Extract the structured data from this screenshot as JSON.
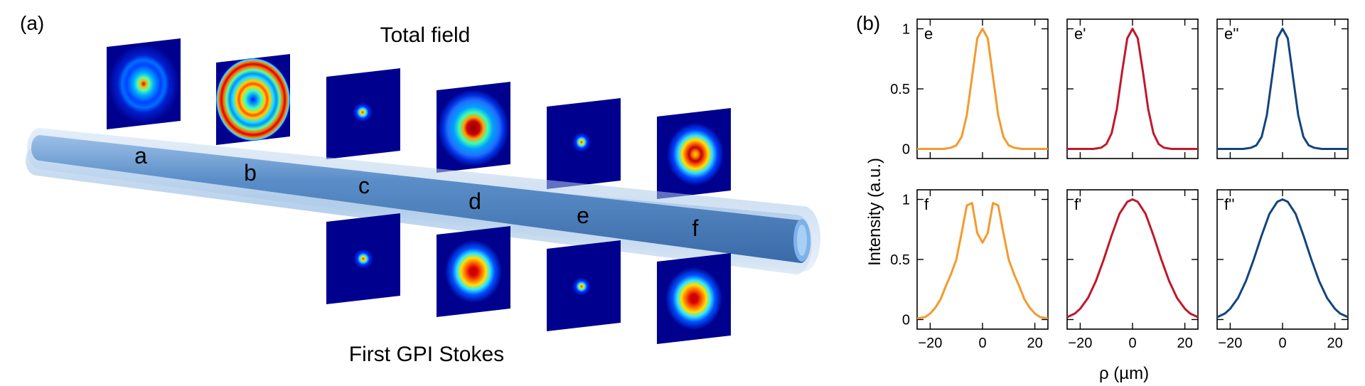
{
  "panel_a": {
    "label": "(a)",
    "top_title": "Total field",
    "bottom_title": "First GPI Stokes",
    "positions": [
      "a",
      "b",
      "c",
      "d",
      "e",
      "f"
    ]
  },
  "panel_b": {
    "label": "(b)",
    "ylabel": "Intensity (a.u.)",
    "xlabel": "ρ (µm)"
  },
  "colors": {
    "orange": "#f39a2e",
    "red": "#c0182b",
    "blue": "#12457d",
    "fiber": "#5b8ec8",
    "map_bg": "#00008f"
  },
  "chart_data": [
    {
      "type": "line",
      "label": "e",
      "color": "#f39a2e",
      "xlim": [
        -25,
        25
      ],
      "ylim": [
        -0.08,
        1.08
      ],
      "xticks": [
        -20,
        0,
        20
      ],
      "yticks": [
        0,
        0.5,
        1
      ],
      "ytick_labels": [
        "0",
        "0.5",
        "1"
      ],
      "show_ytick_labels": true,
      "show_xtick_labels": false,
      "x": [
        -25,
        -15,
        -12,
        -10,
        -8,
        -6,
        -4,
        -2,
        0,
        2,
        4,
        6,
        8,
        10,
        12,
        15,
        25
      ],
      "y": [
        0,
        0,
        0.01,
        0.03,
        0.1,
        0.28,
        0.6,
        0.92,
        1,
        0.92,
        0.6,
        0.28,
        0.1,
        0.03,
        0.01,
        0,
        0
      ]
    },
    {
      "type": "line",
      "label": "e'",
      "color": "#c0182b",
      "xlim": [
        -25,
        25
      ],
      "ylim": [
        -0.08,
        1.08
      ],
      "xticks": [
        -20,
        0,
        20
      ],
      "yticks": [
        0,
        0.5,
        1
      ],
      "show_ytick_labels": false,
      "show_xtick_labels": false,
      "x": [
        -25,
        -15,
        -12,
        -10,
        -8,
        -6,
        -4,
        -2,
        0,
        2,
        4,
        6,
        8,
        10,
        12,
        15,
        25
      ],
      "y": [
        0,
        0,
        0.01,
        0.04,
        0.13,
        0.33,
        0.64,
        0.92,
        1,
        0.92,
        0.64,
        0.33,
        0.13,
        0.04,
        0.01,
        0,
        0
      ]
    },
    {
      "type": "line",
      "label": "e''",
      "color": "#12457d",
      "xlim": [
        -25,
        25
      ],
      "ylim": [
        -0.08,
        1.08
      ],
      "xticks": [
        -20,
        0,
        20
      ],
      "yticks": [
        0,
        0.5,
        1
      ],
      "show_ytick_labels": false,
      "show_xtick_labels": false,
      "x": [
        -25,
        -15,
        -12,
        -10,
        -8,
        -6,
        -4,
        -2,
        0,
        2,
        4,
        6,
        8,
        10,
        12,
        15,
        25
      ],
      "y": [
        0,
        0,
        0.01,
        0.03,
        0.1,
        0.28,
        0.6,
        0.92,
        1,
        0.92,
        0.6,
        0.28,
        0.1,
        0.03,
        0.01,
        0,
        0
      ]
    },
    {
      "type": "line",
      "label": "f",
      "color": "#f39a2e",
      "xlim": [
        -25,
        25
      ],
      "ylim": [
        -0.08,
        1.08
      ],
      "xticks": [
        -20,
        0,
        20
      ],
      "yticks": [
        0,
        0.5,
        1
      ],
      "ytick_labels": [
        "0",
        "0.5",
        "1"
      ],
      "xtick_labels": [
        "−20",
        "0",
        "20"
      ],
      "show_ytick_labels": true,
      "show_xtick_labels": true,
      "x": [
        -25,
        -22,
        -20,
        -18,
        -16,
        -14,
        -12,
        -10,
        -8,
        -6,
        -4,
        -2,
        0,
        2,
        4,
        6,
        8,
        10,
        12,
        14,
        16,
        18,
        20,
        22,
        25
      ],
      "y": [
        0.01,
        0.02,
        0.05,
        0.1,
        0.17,
        0.28,
        0.38,
        0.5,
        0.72,
        0.95,
        0.97,
        0.72,
        0.64,
        0.72,
        0.97,
        0.95,
        0.72,
        0.5,
        0.38,
        0.28,
        0.17,
        0.1,
        0.05,
        0.02,
        0.01
      ]
    },
    {
      "type": "line",
      "label": "f'",
      "color": "#c0182b",
      "xlim": [
        -25,
        25
      ],
      "ylim": [
        -0.08,
        1.08
      ],
      "xticks": [
        -20,
        0,
        20
      ],
      "yticks": [
        0,
        0.5,
        1
      ],
      "xtick_labels": [
        "−20",
        "0",
        "20"
      ],
      "show_ytick_labels": false,
      "show_xtick_labels": true,
      "x": [
        -25,
        -22,
        -20,
        -17,
        -14,
        -11,
        -8,
        -5,
        -2,
        0,
        2,
        5,
        8,
        11,
        14,
        17,
        20,
        22,
        25
      ],
      "y": [
        0.02,
        0.05,
        0.09,
        0.18,
        0.32,
        0.5,
        0.7,
        0.88,
        0.98,
        1,
        0.98,
        0.88,
        0.7,
        0.5,
        0.32,
        0.18,
        0.09,
        0.05,
        0.02
      ]
    },
    {
      "type": "line",
      "label": "f''",
      "color": "#12457d",
      "xlim": [
        -25,
        25
      ],
      "ylim": [
        -0.08,
        1.08
      ],
      "xticks": [
        -20,
        0,
        20
      ],
      "yticks": [
        0,
        0.5,
        1
      ],
      "xtick_labels": [
        "−20",
        "0",
        "20"
      ],
      "show_ytick_labels": false,
      "show_xtick_labels": true,
      "x": [
        -25,
        -22,
        -20,
        -17,
        -14,
        -11,
        -8,
        -5,
        -2,
        0,
        2,
        5,
        8,
        11,
        14,
        17,
        20,
        22,
        25
      ],
      "y": [
        0.02,
        0.05,
        0.09,
        0.18,
        0.32,
        0.5,
        0.7,
        0.88,
        0.98,
        1,
        0.98,
        0.88,
        0.7,
        0.5,
        0.32,
        0.18,
        0.09,
        0.05,
        0.02
      ]
    }
  ]
}
